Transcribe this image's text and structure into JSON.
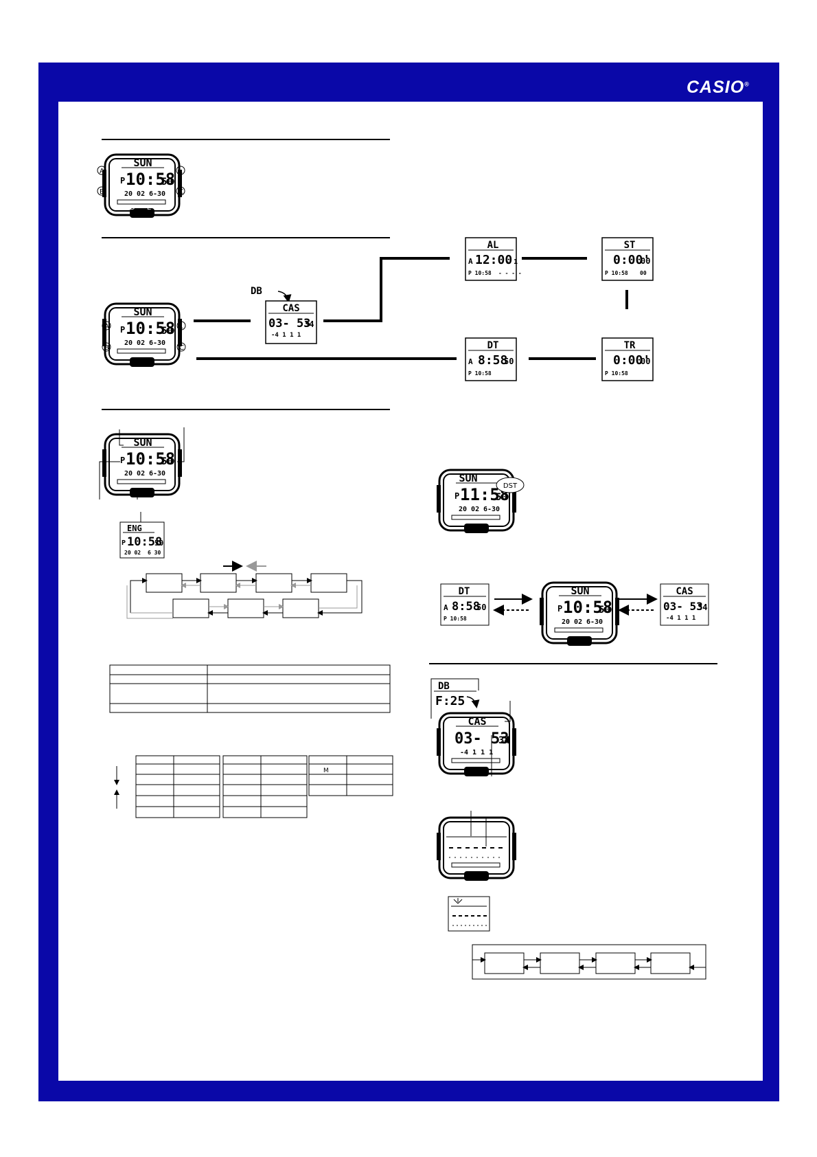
{
  "brand": {
    "logo_text": "CASIO",
    "registered_mark": "®",
    "frame_color": "#0a08a8"
  },
  "section1": {
    "watch": {
      "day": "SUN",
      "ampm": "P",
      "time": "10:58",
      "seconds": "50",
      "year": "20 02",
      "date": "6-30",
      "buttons": [
        "A",
        "B",
        "L",
        "C",
        "D",
        "E"
      ]
    }
  },
  "section2": {
    "main_watch": {
      "day": "SUN",
      "ampm": "P",
      "time": "10:58",
      "seconds": "50",
      "year": "20 02",
      "date": "6-30"
    },
    "data_bank_label": "DB",
    "cas_screen": {
      "title": "CAS",
      "main": "03- 53",
      "seconds": "34",
      "sub": "-4 1 1 1"
    },
    "alarm_screen": {
      "title": "AL",
      "ampm": "A",
      "main": "12:00",
      "suffix": "- 1",
      "sub_left": "P 10:58",
      "sub_right": "- - - -"
    },
    "stopwatch_screen": {
      "title": "ST",
      "main": "0:00'",
      "seconds": "00",
      "sub_left": "P 10:58",
      "sub_right": "00"
    },
    "dual_time_screen": {
      "title": "DT",
      "ampm": "A",
      "main": "8:58",
      "seconds": "50",
      "sub_left": "P 10:58"
    },
    "timer_screen": {
      "title": "TR",
      "main": "0:00'",
      "seconds": "00",
      "sub_left": "P 10:58"
    }
  },
  "section3": {
    "watch": {
      "day": "SUN",
      "ampm": "P",
      "time": "10:58",
      "seconds": "50",
      "year": "20 02",
      "date": "6-30"
    },
    "setting_screen": {
      "city": "ENG",
      "ampm": "P",
      "time": "10:58",
      "seconds": "50",
      "year": "20 02",
      "date": "6 30"
    },
    "dst_watch": {
      "day": "SUN",
      "badge": "DST",
      "ampm": "P",
      "time": "11:58",
      "seconds": "50",
      "year": "20 02",
      "date": "6-30"
    },
    "dual_small": {
      "title": "DT",
      "ampm": "A",
      "main": "8:58",
      "seconds": "50",
      "sub_left": "P 10:58"
    },
    "center_watch": {
      "day": "SUN",
      "ampm": "P",
      "time": "10:58",
      "seconds": "50",
      "year": "20 02",
      "date": "6-30"
    },
    "cas_small": {
      "title": "CAS",
      "main": "03- 53",
      "seconds": "34",
      "sub": "-4 1 1 1"
    },
    "table_marker": "M"
  },
  "section4": {
    "db_label": "DB",
    "db_value": "F:25",
    "watch": {
      "title": "CAS",
      "main": "03- 53",
      "seconds": "34",
      "sub": "-4 1 1 1"
    }
  }
}
